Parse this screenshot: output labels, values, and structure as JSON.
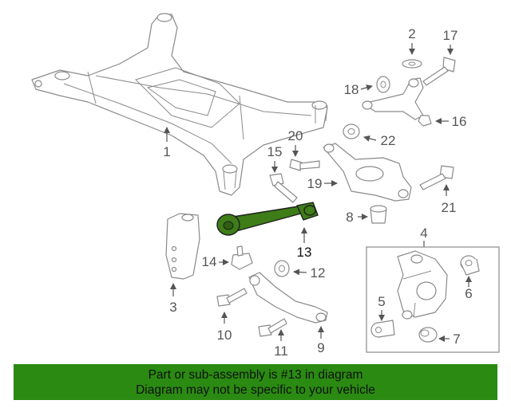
{
  "callouts": {
    "c1": "1",
    "c2": "2",
    "c3": "3",
    "c4": "4",
    "c5": "5",
    "c6": "6",
    "c7": "7",
    "c8": "8",
    "c9": "9",
    "c10": "10",
    "c11": "11",
    "c12": "12",
    "c13": "13",
    "c14": "14",
    "c15": "15",
    "c16": "16",
    "c17": "17",
    "c18": "18",
    "c19": "19",
    "c20": "20",
    "c21": "21",
    "c22": "22"
  },
  "highlight": {
    "part_number": "13",
    "color": "#3e7d17"
  },
  "banner": {
    "line1": "Part or sub-assembly is #13 in diagram",
    "line2": "Diagram may not be specific to your vehicle",
    "background": "#2a8a12"
  }
}
